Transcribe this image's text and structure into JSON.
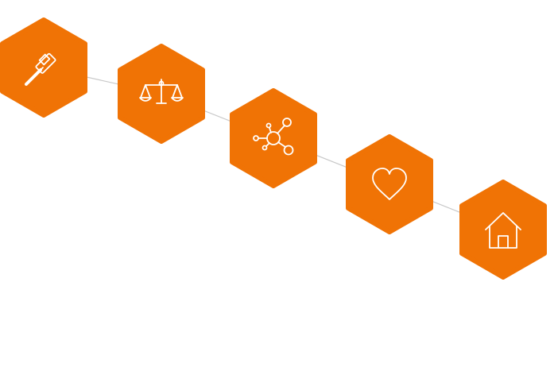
{
  "diagram": {
    "theme": {
      "accent": "#F07305",
      "connector": "#C8C8C8",
      "icon": "#FFFFFF",
      "background": "#FFFFFF"
    },
    "nodes": [
      {
        "icon": "gavel-icon"
      },
      {
        "icon": "scales-icon"
      },
      {
        "icon": "network-icon"
      },
      {
        "icon": "heart-icon"
      },
      {
        "icon": "home-icon"
      }
    ],
    "connectors": [
      {
        "from": 0,
        "to": 1
      },
      {
        "from": 1,
        "to": 2
      },
      {
        "from": 2,
        "to": 3
      },
      {
        "from": 3,
        "to": 4
      }
    ]
  }
}
